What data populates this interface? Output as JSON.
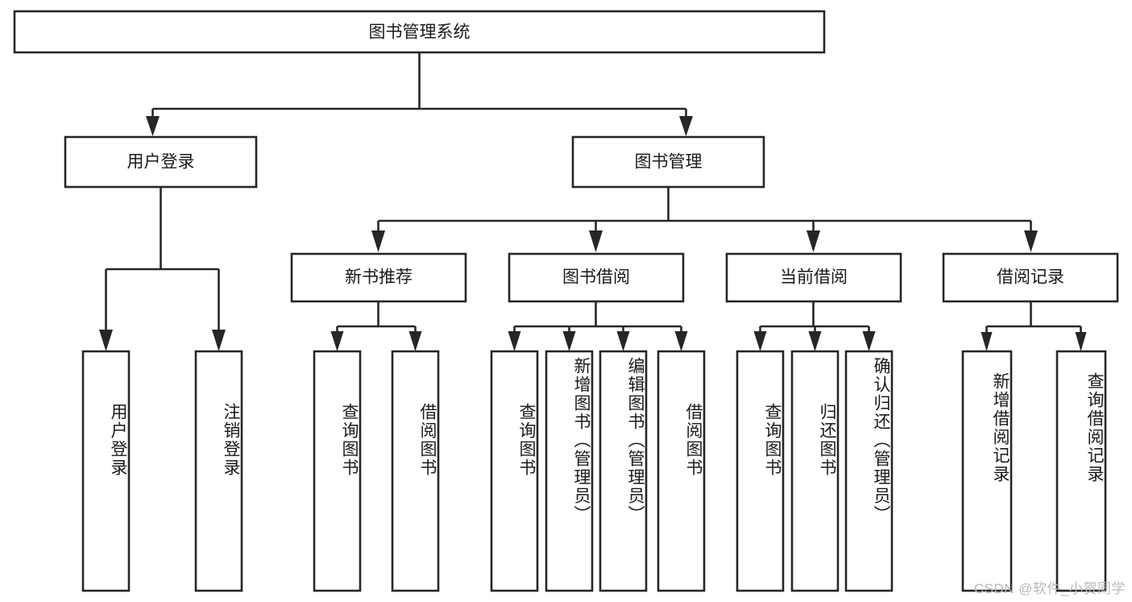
{
  "diagram": {
    "type": "tree",
    "title": "图书管理系统",
    "orientation": "top-down",
    "colors": {
      "box_stroke": "#262626",
      "box_fill": "#ffffff",
      "text": "#1a1a1a",
      "background": "#ffffff",
      "watermark": "#b9b9b9"
    },
    "root": {
      "label": "图书管理系统"
    },
    "level2": [
      {
        "label": "用户登录"
      },
      {
        "label": "图书管理"
      }
    ],
    "level3": [
      {
        "label": "新书推荐"
      },
      {
        "label": "图书借阅"
      },
      {
        "label": "当前借阅"
      },
      {
        "label": "借阅记录"
      }
    ],
    "leaves": {
      "user_login": [
        {
          "label": "用户登录"
        },
        {
          "label": "注销登录"
        }
      ],
      "new_book": [
        {
          "label": "查询图书"
        },
        {
          "label": "借阅图书"
        }
      ],
      "book_borrow": [
        {
          "label": "查询图书"
        },
        {
          "label": "新增图书（管理员）"
        },
        {
          "label": "编辑图书（管理员）"
        },
        {
          "label": "借阅图书"
        }
      ],
      "current_borrow": [
        {
          "label": "查询图书"
        },
        {
          "label": "归还图书"
        },
        {
          "label": "确认归还（管理员）"
        }
      ],
      "borrow_record": [
        {
          "label": "新增借阅记录"
        },
        {
          "label": "查询借阅记录"
        }
      ]
    }
  },
  "watermark": {
    "text": "CSDN @软件_小贺同学"
  }
}
